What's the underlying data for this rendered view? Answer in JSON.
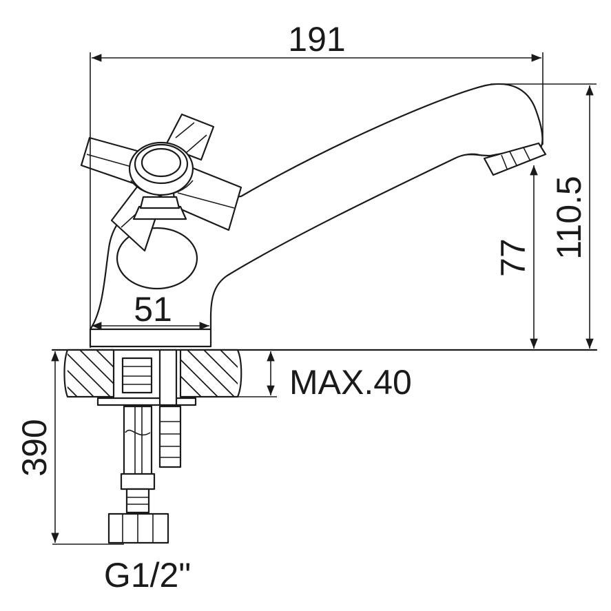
{
  "drawing": {
    "dimensions": {
      "overall_width": "191",
      "overall_height": "110.5",
      "spout_height": "77",
      "base_width": "51",
      "max_thickness": "MAX.40",
      "hose_length": "390",
      "thread": "G1/2\""
    }
  }
}
